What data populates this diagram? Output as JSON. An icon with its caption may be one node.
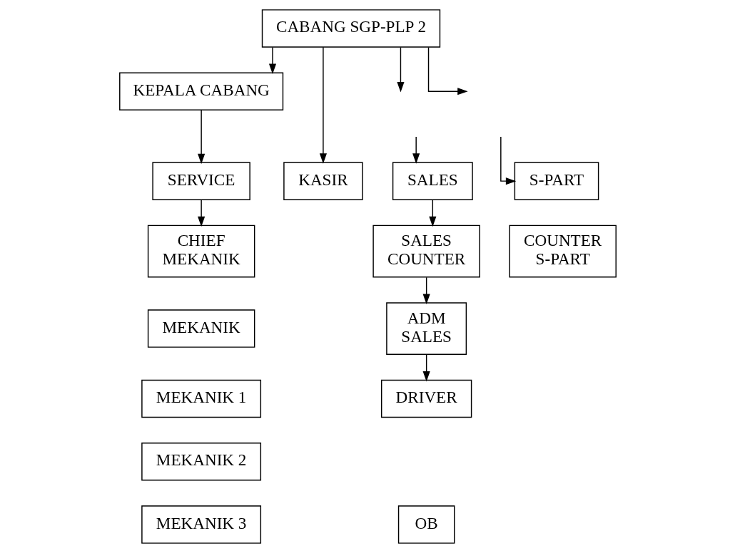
{
  "diagram": {
    "nodes": [
      {
        "text": [
          "CABANG SGP-PLP 2"
        ]
      },
      {
        "text": [
          "SALES"
        ]
      },
      {
        "text": [
          "KEPALA CABANG"
        ]
      },
      {
        "text": [
          "S-PART"
        ]
      },
      {
        "text": [
          "KASIR"
        ]
      },
      {
        "text": [
          "SALES COUNTER"
        ]
      },
      {
        "text": [
          "SERVICE"
        ]
      },
      {
        "text": [
          "COUNTER S-PART"
        ]
      },
      {
        "text": [
          "CHIEF MEKANIK"
        ]
      },
      {
        "text": [
          "ADM SALES"
        ]
      },
      {
        "text": [
          "MEKANIK"
        ]
      },
      {
        "text": [
          "MEKANIK 1"
        ]
      },
      {
        "text": [
          "MEKANIK 2"
        ]
      },
      {
        "text": [
          "MEKANIK 3"
        ]
      },
      {
        "text": [
          "DRIVER"
        ]
      },
      {
        "text": [
          "OB"
        ]
      }
    ],
    "edges": [
      {
        "from": 0,
        "to": null,
        "arrow": "to"
      },
      {
        "from": null,
        "to": 1,
        "arrow": "to"
      },
      {
        "from": 0,
        "to": 2,
        "arrow": "to"
      },
      {
        "from": 0,
        "to": null,
        "arrow": "to"
      },
      {
        "from": null,
        "to": 3,
        "arrow": "to"
      },
      {
        "from": 0,
        "to": 4,
        "arrow": "to"
      },
      {
        "from": 1,
        "to": 5,
        "arrow": "to"
      },
      {
        "from": 2,
        "to": 6,
        "arrow": "to"
      },
      {
        "from": 6,
        "to": 8,
        "arrow": "to"
      },
      {
        "from": 5,
        "to": 9,
        "arrow": "to"
      },
      {
        "from": 9,
        "to": 14,
        "arrow": "to"
      }
    ]
  }
}
